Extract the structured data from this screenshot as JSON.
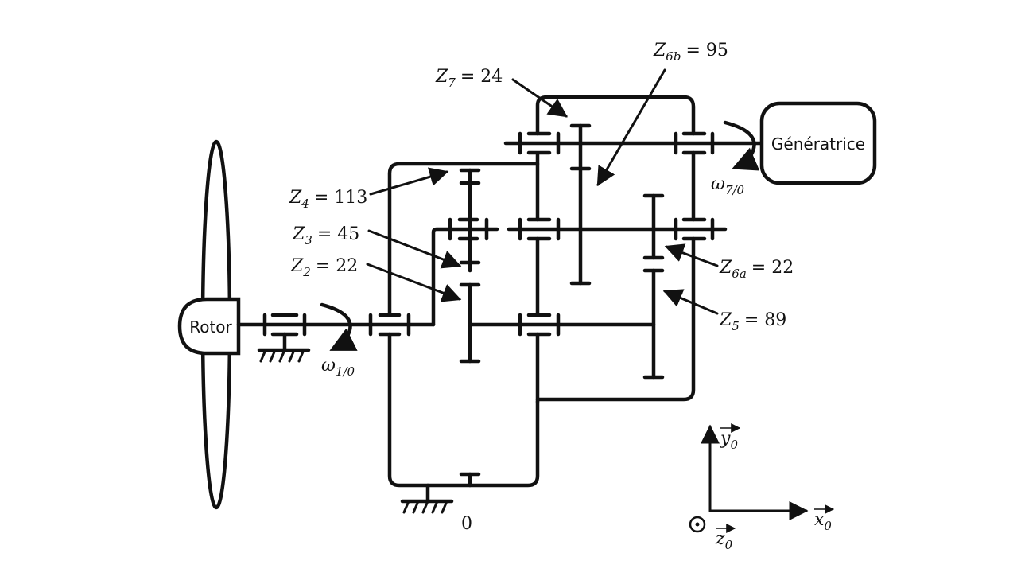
{
  "blocks": {
    "rotor": "Rotor",
    "generator": "Génératrice"
  },
  "gears": {
    "z7": {
      "symbol": "Z",
      "sub": "7",
      "value": "= 24"
    },
    "z6b": {
      "symbol": "Z",
      "sub": "6b",
      "value": "= 95"
    },
    "z4": {
      "symbol": "Z",
      "sub": "4",
      "value": "= 113"
    },
    "z3": {
      "symbol": "Z",
      "sub": "3",
      "value": "= 45"
    },
    "z2": {
      "symbol": "Z",
      "sub": "2",
      "value": "= 22"
    },
    "z6a": {
      "symbol": "Z",
      "sub": "6a",
      "value": "= 22"
    },
    "z5": {
      "symbol": "Z",
      "sub": "5",
      "value": "= 89"
    }
  },
  "speeds": {
    "w10": {
      "symbol": "ω",
      "sub": "1/0"
    },
    "w70": {
      "symbol": "ω",
      "sub": "7/0"
    }
  },
  "frame": "0",
  "axes": {
    "x": {
      "symbol": "x",
      "sub": "0"
    },
    "y": {
      "symbol": "y",
      "sub": "0"
    },
    "z": {
      "symbol": "z",
      "sub": "0"
    }
  }
}
